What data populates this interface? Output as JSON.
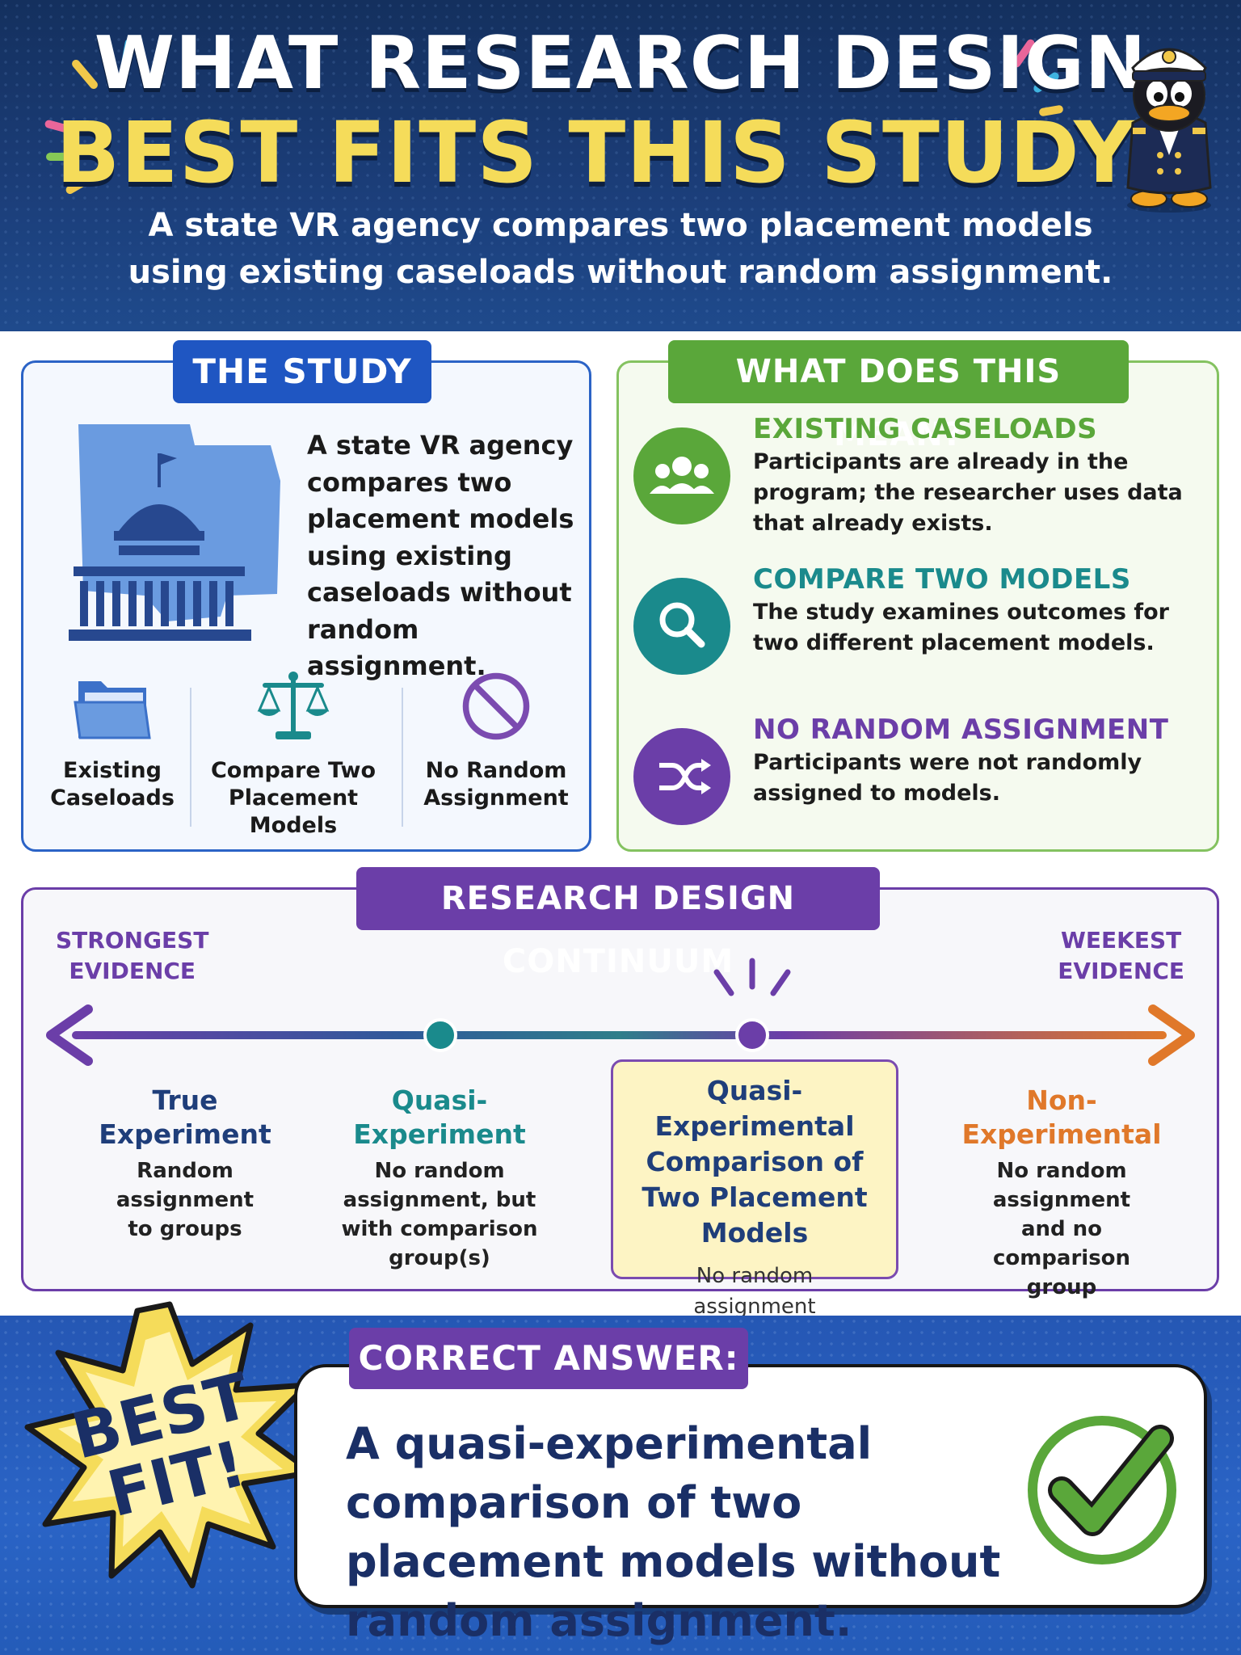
{
  "header": {
    "title_line1": "WHAT RESEARCH DESIGN",
    "title_line2": "BEST FITS THIS STUDY?",
    "subtitle": "A state VR agency compares two placement models using existing caseloads without random assignment."
  },
  "study": {
    "banner": "THE STUDY",
    "text": "A state VR agency compares two placement models using existing caseloads without random assignment.",
    "icons": [
      {
        "line1": "Existing",
        "line2": "Caseloads",
        "icon": "folder-icon"
      },
      {
        "line1": "Compare Two",
        "line2": "Placement Models",
        "icon": "scales-icon"
      },
      {
        "line1": "No Random",
        "line2": "Assignment",
        "icon": "prohibited-icon"
      }
    ]
  },
  "meaning": {
    "banner": "WHAT DOES THIS MEAN?",
    "items": [
      {
        "head": "EXISTING CASELOADS",
        "body": "Participants are already in the program; the researcher uses data that already exists.",
        "color": "#5aa73a",
        "icon": "people-icon"
      },
      {
        "head": "COMPARE TWO MODELS",
        "body": "The study examines outcomes for two different placement models.",
        "color": "#1a8a8c",
        "icon": "magnifier-icon"
      },
      {
        "head": "NO RANDOM ASSIGNMENT",
        "body": "Participants were not randomly assigned to models.",
        "color": "#6b3ea8",
        "icon": "shuffle-icon"
      }
    ]
  },
  "continuum": {
    "banner": "RESEARCH DESIGN CONTINUUM",
    "left_label_1": "STRONGEST",
    "left_label_2": "EVIDENCE",
    "right_label_1": "WEEKEST",
    "right_label_2": "EVIDENCE",
    "designs": [
      {
        "title": "True Experiment",
        "desc": "Random assignment to groups",
        "color": "#1f3e7a"
      },
      {
        "title": "Quasi-Experiment",
        "desc": "No random assignment, but with comparison group(s)",
        "color": "#1a8a8c"
      },
      {
        "title": "Quasi-Experimental Comparison of Two Placement Models",
        "desc": "No random assignment (matches this study)",
        "color": "#1f3e7a"
      },
      {
        "title": "Non-Experimental",
        "desc": "No random assignment and no comparison group",
        "color": "#e0782a"
      }
    ]
  },
  "answer": {
    "burst_line1": "BEST",
    "burst_line2": "FIT!",
    "banner": "CORRECT ANSWER:",
    "text": "A quasi-experimental comparison of two placement models without random assignment."
  },
  "colors": {
    "navy": "#14305e",
    "title_yellow": "#f5dc5a",
    "study_blue": "#1f56c2",
    "mean_green": "#5aa73a",
    "purple": "#6b3ea8",
    "orange": "#e0782a",
    "teal": "#1a8a8c",
    "highlight": "#fdf4c4"
  }
}
